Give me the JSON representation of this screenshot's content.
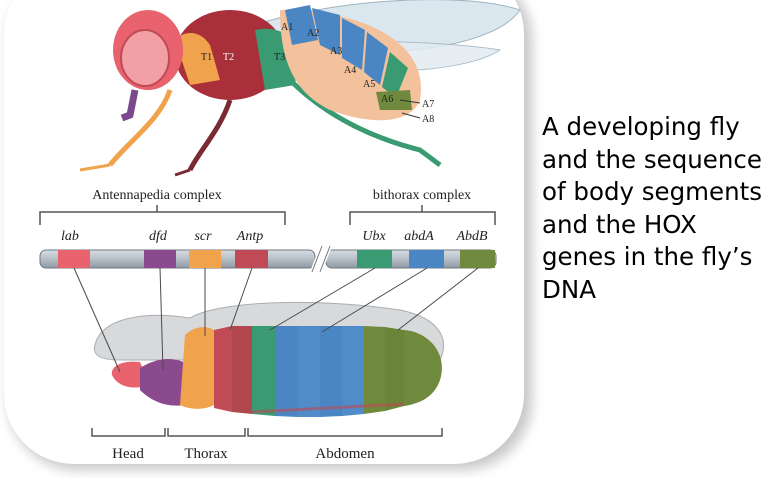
{
  "fly_labels": {
    "thorax_segments": [
      "T1",
      "T2",
      "T3"
    ],
    "abdomen_segments": [
      "A1",
      "A2",
      "A3",
      "A4",
      "A5",
      "A6",
      "A7",
      "A8"
    ]
  },
  "complexes": {
    "antennapedia": "Antennapedia complex",
    "bithorax": "bithorax complex"
  },
  "genes": [
    {
      "name": "lab",
      "color": "#e8636e"
    },
    {
      "name": "dfd",
      "color": "#8b4a8d"
    },
    {
      "name": "scr",
      "color": "#f0a24c"
    },
    {
      "name": "Antp",
      "color": "#c04a55"
    },
    {
      "name": "Ubx",
      "color": "#3a9a72"
    },
    {
      "name": "abdA",
      "color": "#4a86c4"
    },
    {
      "name": "AbdB",
      "color": "#6f8a3c"
    }
  ],
  "regions": {
    "head": "Head",
    "thorax": "Thorax",
    "abdomen": "Abdomen"
  },
  "caption_lines": [
    "A developing fly",
    "and the sequence",
    "of body segments",
    "and the HOX",
    "genes in the fly’s",
    "DNA"
  ]
}
